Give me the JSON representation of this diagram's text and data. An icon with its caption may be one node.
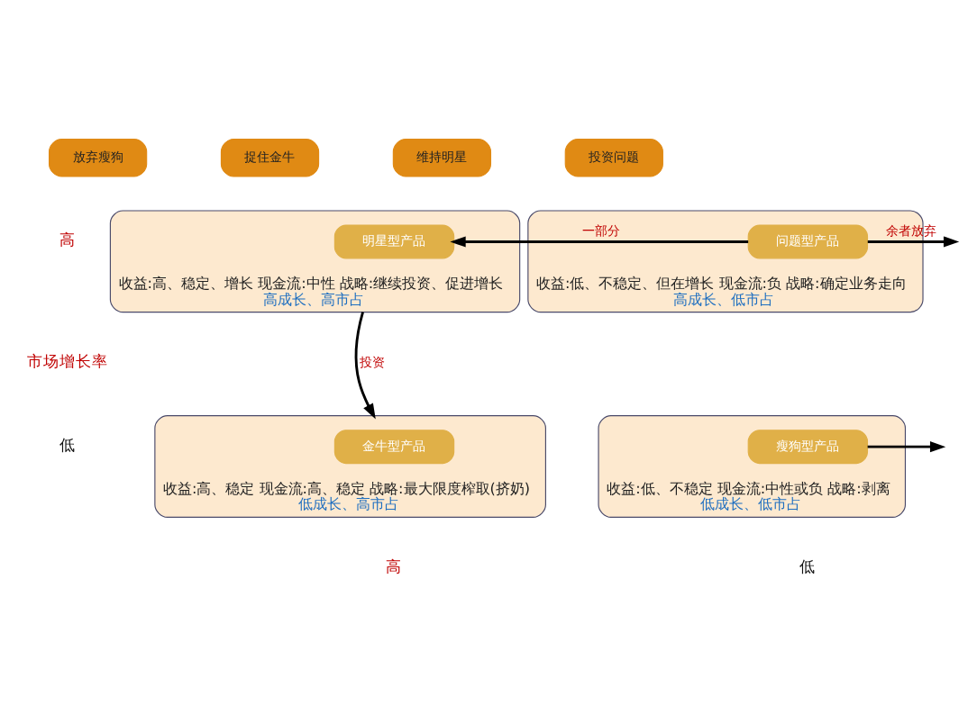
{
  "diagram": {
    "nodes": [
      {
        "text": [
          "放弃瘦狗"
        ]
      },
      {
        "text": [
          "捉住金牛"
        ]
      },
      {
        "text": [
          "维持明星"
        ]
      },
      {
        "text": [
          "投资问题"
        ]
      },
      {
        "text": [
          "收益:高、稳定、增长 现金流:中性 战略:继续投资、促进增长",
          "高成长、高市占"
        ]
      },
      {
        "text": [
          "明星型产品"
        ],
        "in": 4
      },
      {
        "text": [
          "收益:低、不稳定、但在增长 现金流:负 战略:确定业务走向",
          "高成长、低市占"
        ]
      },
      {
        "text": [
          "问题型产品"
        ],
        "in": 6
      },
      {
        "text": [
          "收益:高、稳定 现金流:高、稳定 战略:最大限度榨取(挤奶)",
          "低成长、高市占"
        ]
      },
      {
        "text": [
          "金牛型产品"
        ],
        "in": 8
      },
      {
        "text": [
          "收益:低、不稳定 现金流:中性或负 战略:剥离",
          "低成长、低市占"
        ]
      },
      {
        "text": [
          "瘦狗型产品"
        ],
        "in": 10
      }
    ],
    "edges": [
      {
        "from": 7,
        "to": 5,
        "arrow": "to",
        "label": "一部分"
      },
      {
        "from": 7,
        "to": null,
        "arrow": "to",
        "label": "余者放弃"
      },
      {
        "from": 4,
        "to": 8,
        "arrow": "to",
        "label": "投资"
      },
      {
        "from": 11,
        "to": null,
        "arrow": "to"
      }
    ],
    "labels": [
      "高",
      "市场增长率",
      "低",
      "高",
      "低"
    ]
  }
}
